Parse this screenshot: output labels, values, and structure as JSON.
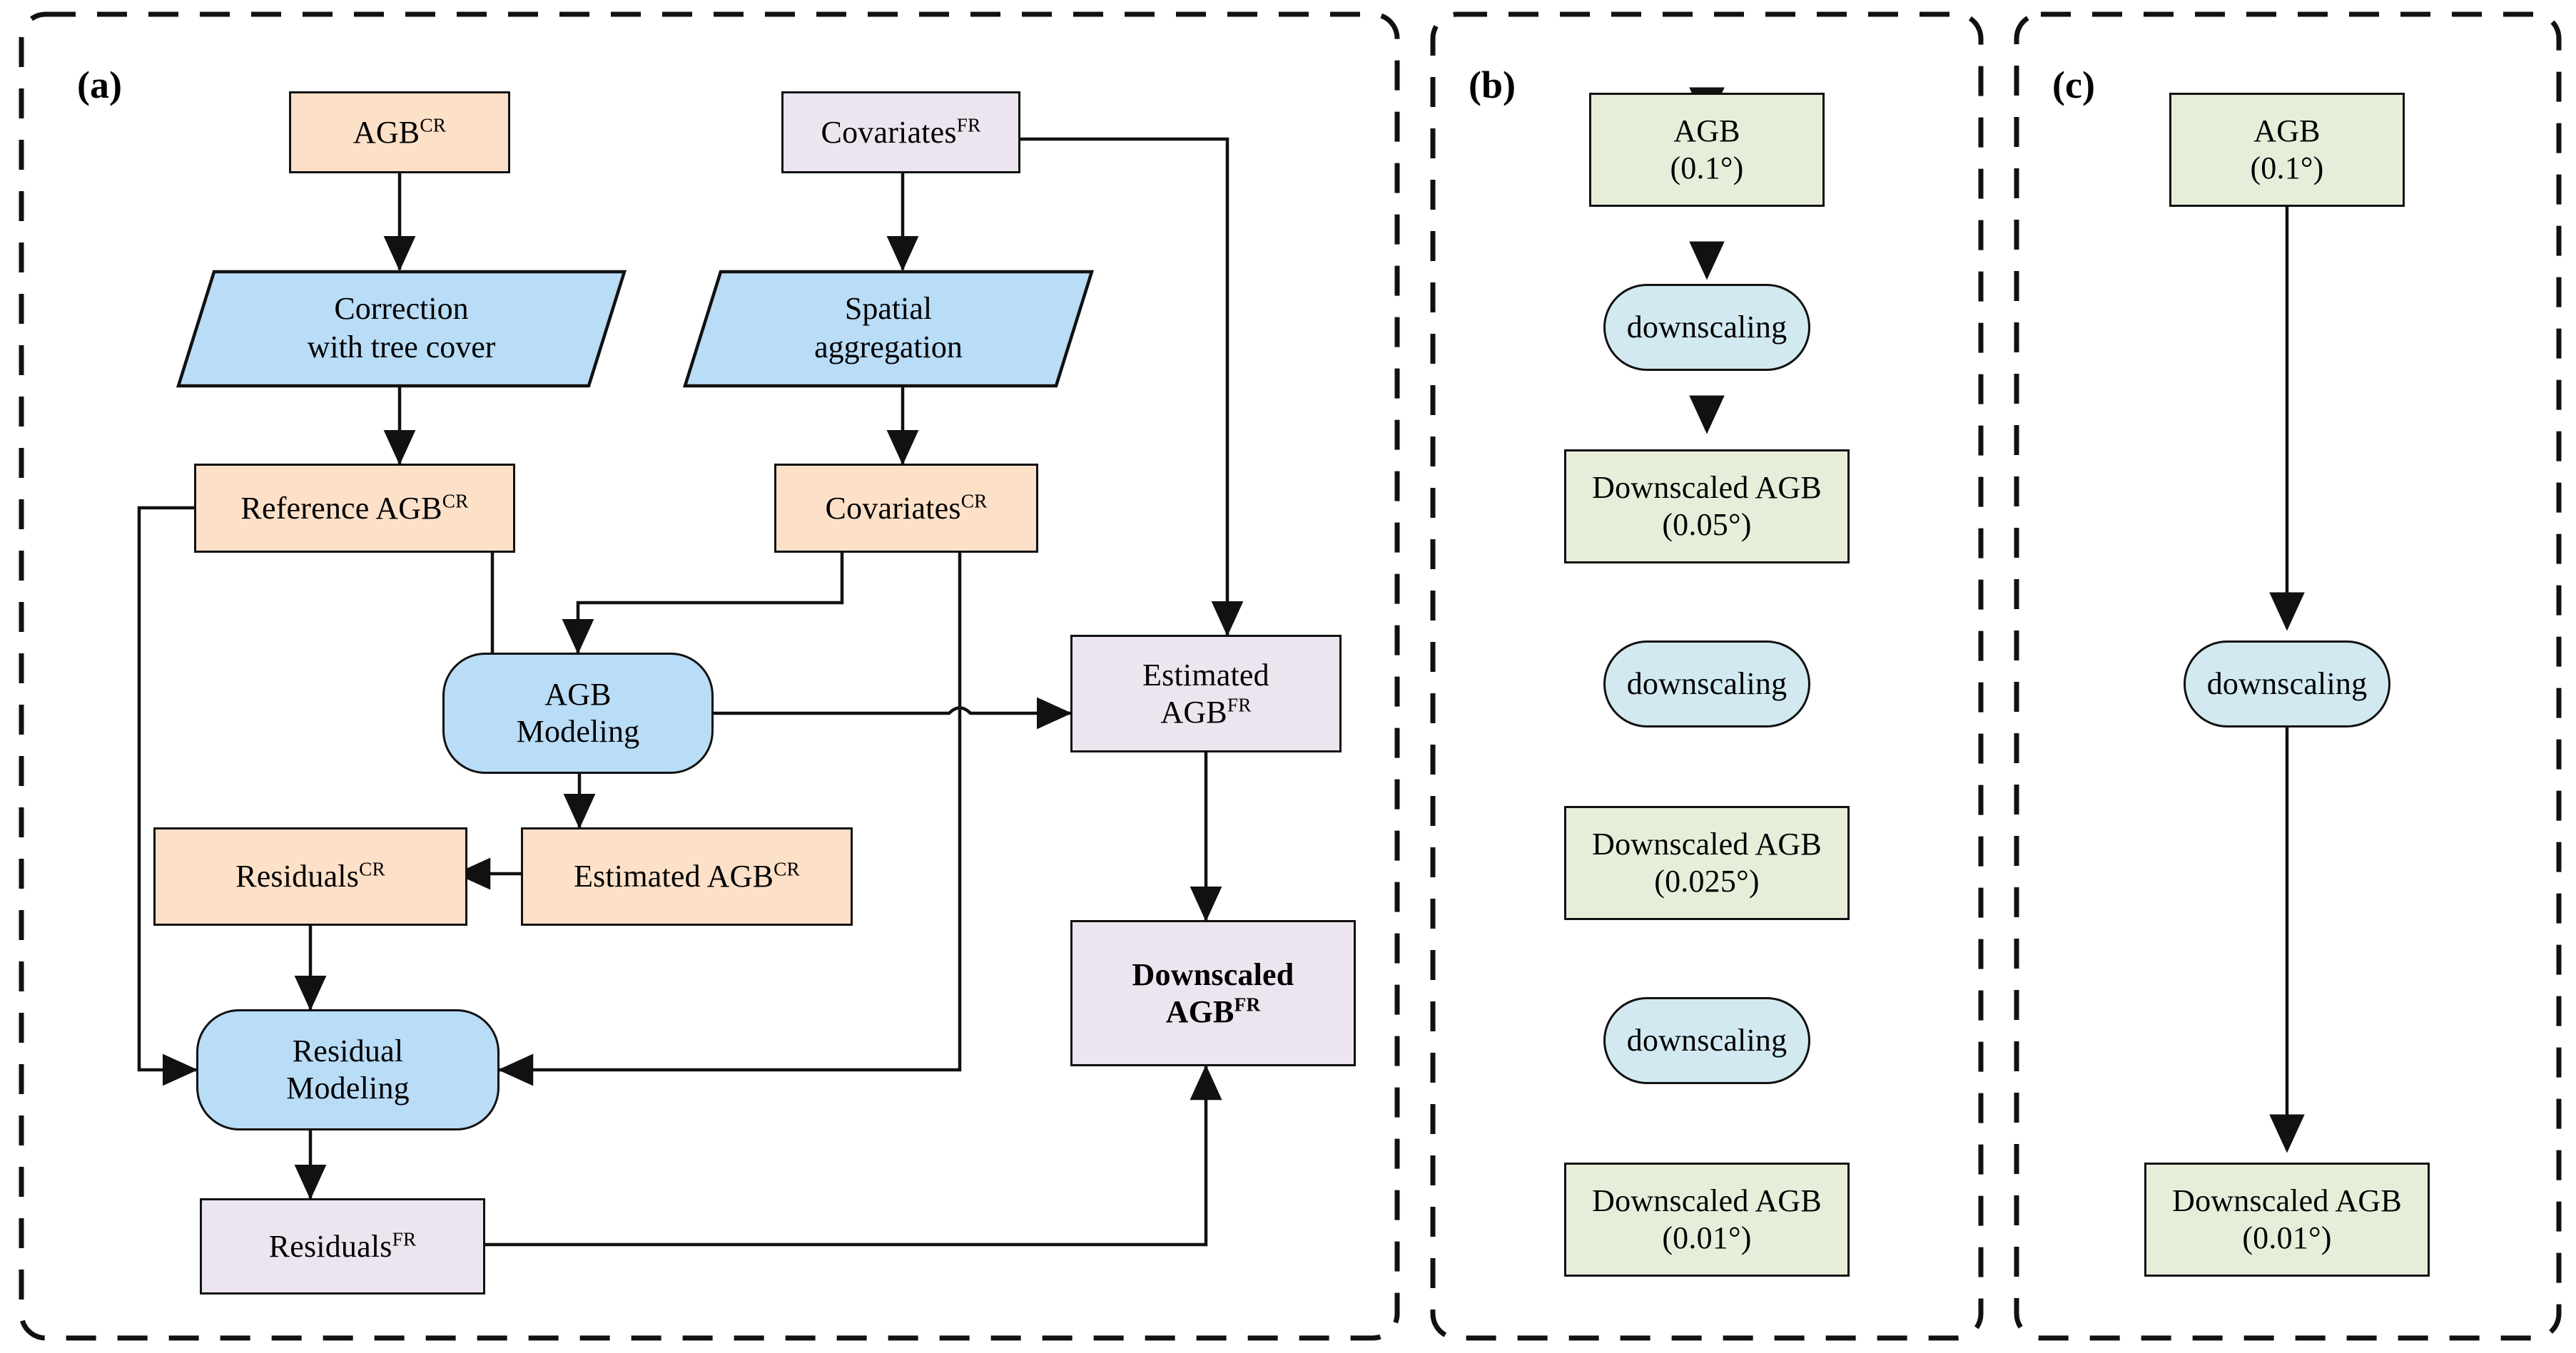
{
  "figure": {
    "type": "flowchart",
    "panels": [
      {
        "id": "a",
        "label": "(a)",
        "title": "Two-step downscaling workflow with residual correction",
        "nodes": [
          {
            "id": "agb_cr",
            "text": "AGB",
            "sup": "CR",
            "shape": "rect",
            "fill": "#fce0c8"
          },
          {
            "id": "correction",
            "text": "Correction\nwith tree cover",
            "shape": "parallelogram",
            "fill": "#b9dcf7"
          },
          {
            "id": "ref_agb_cr",
            "text": "Reference AGB",
            "sup": "CR",
            "shape": "rect",
            "fill": "#fce0c8"
          },
          {
            "id": "cov_fr",
            "text": "Covariates",
            "sup": "FR",
            "shape": "rect",
            "fill": "#ece5ef"
          },
          {
            "id": "spatial_agg",
            "text": "Spatial\naggregation",
            "shape": "parallelogram",
            "fill": "#b9dcf7"
          },
          {
            "id": "cov_cr",
            "text": "Covariates",
            "sup": "CR",
            "shape": "rect",
            "fill": "#fce0c8"
          },
          {
            "id": "agb_model",
            "text": "AGB\nModeling",
            "shape": "pill",
            "fill": "#b9dcf7"
          },
          {
            "id": "est_agb_fr",
            "text": "Estimated\nAGB",
            "sup": "FR",
            "shape": "rect",
            "fill": "#ece5ef"
          },
          {
            "id": "est_agb_cr",
            "text": "Estimated AGB",
            "sup": "CR",
            "shape": "rect",
            "fill": "#fce0c8"
          },
          {
            "id": "resid_cr",
            "text": "Residuals",
            "sup": "CR",
            "shape": "rect",
            "fill": "#fce0c8"
          },
          {
            "id": "resid_model",
            "text": "Residual\nModeling",
            "shape": "pill",
            "fill": "#b9dcf7"
          },
          {
            "id": "down_agb_fr",
            "text": "Downscaled\nAGB",
            "sup": "FR",
            "shape": "rect",
            "fill": "#ece5ef",
            "bold": true
          },
          {
            "id": "resid_fr",
            "text": "Residuals",
            "sup": "FR",
            "shape": "rect",
            "fill": "#ece5ef"
          }
        ],
        "edges": [
          {
            "from": "agb_cr",
            "to": "correction"
          },
          {
            "from": "correction",
            "to": "ref_agb_cr"
          },
          {
            "from": "cov_fr",
            "to": "spatial_agg"
          },
          {
            "from": "spatial_agg",
            "to": "cov_cr"
          },
          {
            "from": "cov_fr",
            "to": "est_agb_fr"
          },
          {
            "from": "ref_agb_cr",
            "to": "agb_model"
          },
          {
            "from": "cov_cr",
            "to": "agb_model"
          },
          {
            "from": "agb_model",
            "to": "est_agb_fr"
          },
          {
            "from": "agb_model",
            "to": "est_agb_cr"
          },
          {
            "from": "est_agb_cr",
            "to": "resid_cr"
          },
          {
            "from": "ref_agb_cr",
            "to": "resid_model"
          },
          {
            "from": "resid_cr",
            "to": "resid_model"
          },
          {
            "from": "cov_cr",
            "to": "resid_model"
          },
          {
            "from": "resid_model",
            "to": "resid_fr"
          },
          {
            "from": "est_agb_fr",
            "to": "down_agb_fr"
          },
          {
            "from": "resid_fr",
            "to": "down_agb_fr"
          }
        ]
      },
      {
        "id": "b",
        "label": "(b)",
        "title": "Stepwise multi-stage downscaling",
        "nodes": [
          {
            "id": "b_agb",
            "line1": "AGB",
            "line2": "(0.1°)",
            "shape": "rect",
            "fill": "#e6eeda"
          },
          {
            "id": "b_ds1",
            "line1": "downscaling",
            "shape": "pill",
            "fill": "#d2e9f1"
          },
          {
            "id": "b_d005",
            "line1": "Downscaled AGB",
            "line2": "(0.05°)",
            "shape": "rect",
            "fill": "#e6eeda"
          },
          {
            "id": "b_ds2",
            "line1": "downscaling",
            "shape": "pill",
            "fill": "#d2e9f1"
          },
          {
            "id": "b_d0025",
            "line1": "Downscaled AGB",
            "line2": "(0.025°)",
            "shape": "rect",
            "fill": "#e6eeda"
          },
          {
            "id": "b_ds3",
            "line1": "downscaling",
            "shape": "pill",
            "fill": "#d2e9f1"
          },
          {
            "id": "b_d001",
            "line1": "Downscaled AGB",
            "line2": "(0.01°)",
            "shape": "rect",
            "fill": "#e6eeda"
          }
        ]
      },
      {
        "id": "c",
        "label": "(c)",
        "title": "Direct one-step downscaling",
        "nodes": [
          {
            "id": "c_agb",
            "line1": "AGB",
            "line2": "(0.1°)",
            "shape": "rect",
            "fill": "#e6eeda"
          },
          {
            "id": "c_ds",
            "line1": "downscaling",
            "shape": "pill",
            "fill": "#d2e9f1"
          },
          {
            "id": "c_d001",
            "line1": "Downscaled AGB",
            "line2": "(0.01°)",
            "shape": "rect",
            "fill": "#e6eeda"
          }
        ]
      }
    ],
    "colors": {
      "orange_fill": "#fce0c8",
      "purple_fill": "#ece5ef",
      "blue_fill": "#b9dcf7",
      "green_fill": "#e6eeda",
      "cyan_fill": "#d2e9f1",
      "stroke": "#111111",
      "background": "#ffffff"
    }
  }
}
